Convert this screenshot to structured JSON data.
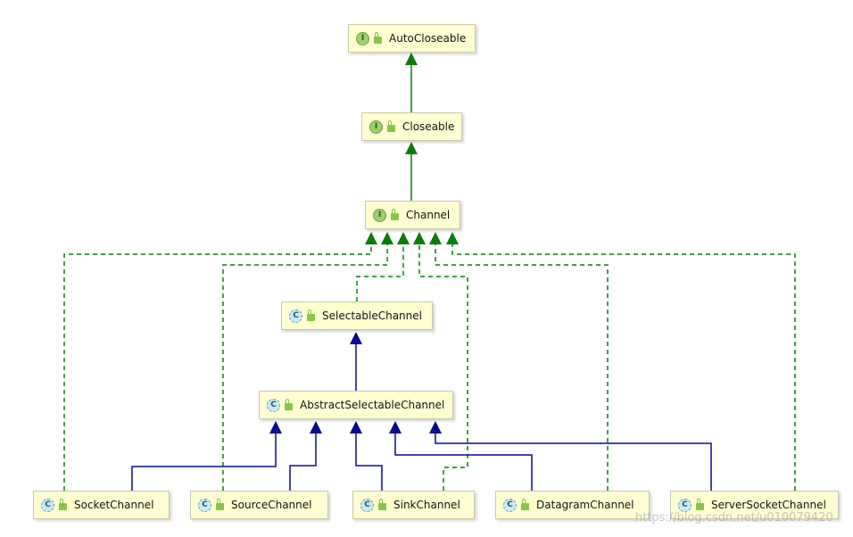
{
  "nodes": {
    "autocloseable": {
      "label": "AutoCloseable",
      "kind": "interface"
    },
    "closeable": {
      "label": "Closeable",
      "kind": "interface"
    },
    "channel": {
      "label": "Channel",
      "kind": "interface"
    },
    "selectablechannel": {
      "label": "SelectableChannel",
      "kind": "class"
    },
    "abstractselectablechannel": {
      "label": "AbstractSelectableChannel",
      "kind": "class"
    },
    "socketchannel": {
      "label": "SocketChannel",
      "kind": "class"
    },
    "sourcechannel": {
      "label": "SourceChannel",
      "kind": "class"
    },
    "sinkchannel": {
      "label": "SinkChannel",
      "kind": "class"
    },
    "datagramchannel": {
      "label": "DatagramChannel",
      "kind": "class"
    },
    "serversocketchannel": {
      "label": "ServerSocketChannel",
      "kind": "class"
    }
  },
  "badges": {
    "interface": "I",
    "class": "C"
  },
  "colors": {
    "implements_edge": "#0a7d0a",
    "extends_edge": "#0a0a8a",
    "node_fill": "#ffffd2",
    "interface_badge": "#9fce6e",
    "class_badge": "#8fd3e3"
  },
  "icons": {
    "interface": "interface-icon",
    "class": "class-icon",
    "visibility": "public-lock-icon"
  },
  "watermark": "https://blog.csdn.net/u010079420"
}
